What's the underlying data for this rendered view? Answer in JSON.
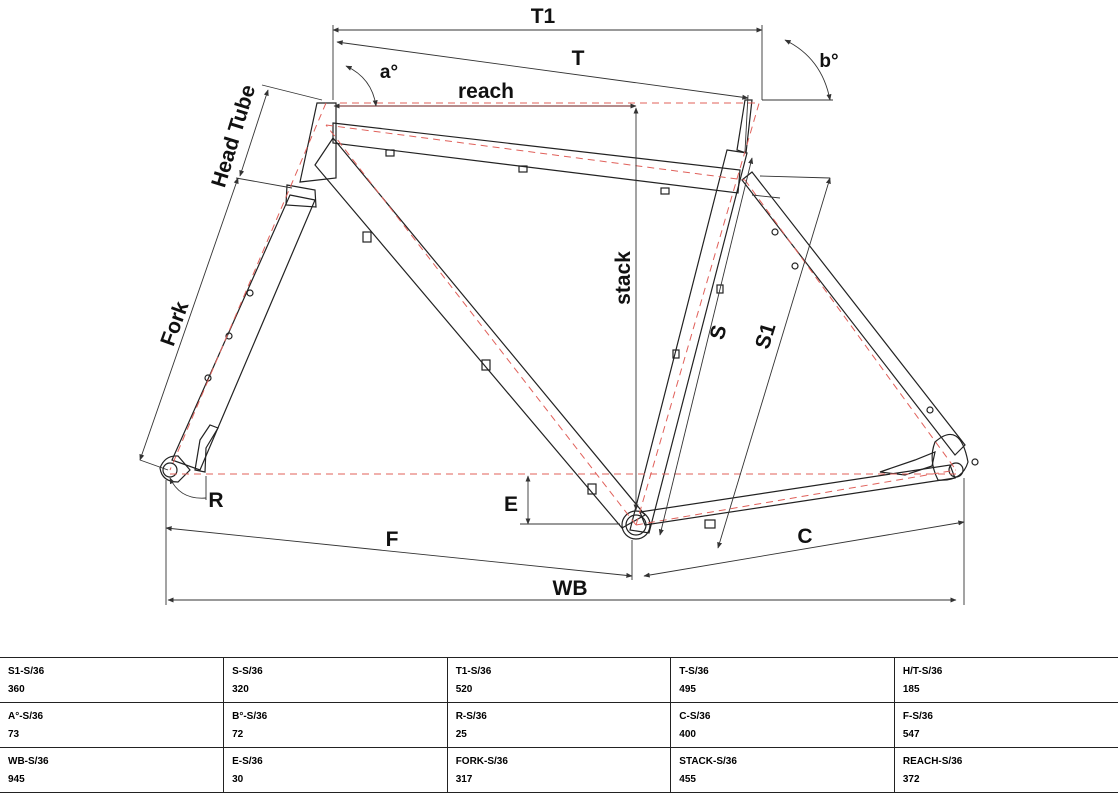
{
  "diagram": {
    "labels": {
      "t1": "T1",
      "t": "T",
      "a_angle": "a°",
      "b_angle": "b°",
      "reach": "reach",
      "stack": "stack",
      "head_tube": "Head Tube",
      "fork": "Fork",
      "s": "S",
      "s1": "S1",
      "e": "E",
      "r": "R",
      "f": "F",
      "c": "C",
      "wb": "WB"
    },
    "colors": {
      "frame_line": "#222222",
      "centerline": "#e0605a",
      "dimension_line": "#333333"
    }
  },
  "specs": [
    [
      {
        "label": "S1-S/36",
        "value": "360"
      },
      {
        "label": "S-S/36",
        "value": "320"
      },
      {
        "label": "T1-S/36",
        "value": "520"
      },
      {
        "label": "T-S/36",
        "value": "495"
      },
      {
        "label": "H/T-S/36",
        "value": "185"
      }
    ],
    [
      {
        "label": "A°-S/36",
        "value": "73"
      },
      {
        "label": "B°-S/36",
        "value": "72"
      },
      {
        "label": "R-S/36",
        "value": "25"
      },
      {
        "label": "C-S/36",
        "value": "400"
      },
      {
        "label": "F-S/36",
        "value": "547"
      }
    ],
    [
      {
        "label": "WB-S/36",
        "value": "945"
      },
      {
        "label": "E-S/36",
        "value": "30"
      },
      {
        "label": "FORK-S/36",
        "value": "317"
      },
      {
        "label": "STACK-S/36",
        "value": "455"
      },
      {
        "label": "REACH-S/36",
        "value": "372"
      }
    ]
  ]
}
